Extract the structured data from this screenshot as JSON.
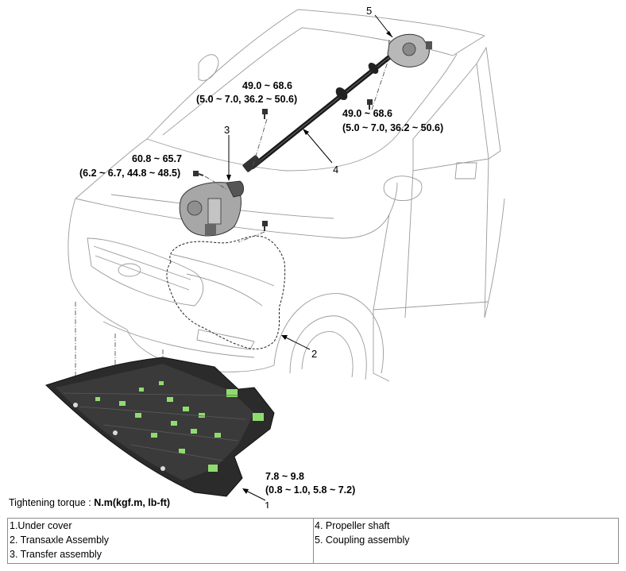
{
  "torque_labels": {
    "coupling_top": {
      "line1": "49.0 ~ 68.6",
      "line2": "(5.0 ~ 7.0, 36.2 ~ 50.6)"
    },
    "coupling_right": {
      "line1": "49.0 ~ 68.6",
      "line2": "(5.0 ~ 7.0, 36.2 ~ 50.6)"
    },
    "transfer": {
      "line1": "60.8 ~ 65.7",
      "line2": "(6.2 ~ 6.7, 44.8 ~ 48.5)"
    },
    "under_cover": {
      "line1": "7.8 ~ 9.8",
      "line2": "(0.8 ~ 1.0, 5.8 ~ 7.2)"
    }
  },
  "callouts": [
    "1",
    "2",
    "3",
    "4",
    "5"
  ],
  "torque_note": {
    "prefix": "Tightening torque : ",
    "unit": "N.m(kgf.m, lb-ft)"
  },
  "legend": {
    "left": [
      "1.Under cover",
      "2. Transaxle Assembly",
      "3. Transfer assembly"
    ],
    "right": [
      "4. Propeller shaft",
      "5. Coupling assembly"
    ]
  },
  "colors": {
    "cover_green": "#8fdc6e",
    "cover_dark": "#2b2b2b"
  }
}
